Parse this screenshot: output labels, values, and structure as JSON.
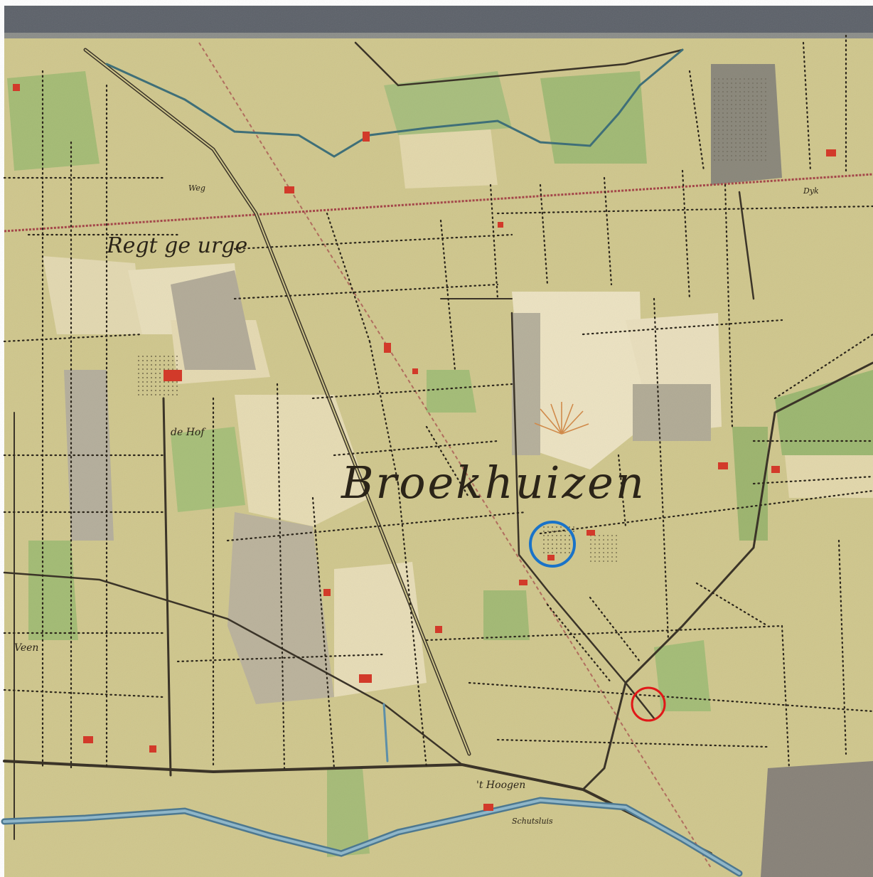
{
  "labels": {
    "village": "Broekhuizen",
    "hof": "de Hof",
    "regt": "Regt ge urge",
    "northroad": "Weg",
    "hoogen": "'t Hoogen",
    "schuttehuis": "Schutsluis",
    "dyk": "Dyk",
    "veen": "Veen"
  },
  "markers": [
    {
      "name": "blue-circle",
      "color": "#1a73c8"
    },
    {
      "name": "red-circle",
      "color": "#e01818"
    }
  ],
  "colors": {
    "parcel_olive": "#c9c27a",
    "parcel_green": "#a7bd78",
    "parcel_cream": "#e6dcb5",
    "parcel_grey": "#b7b19d",
    "water": "#5d8fa8",
    "road": "#3b3428",
    "railway": "#a4474a",
    "building": "#d23a2a",
    "top_band": "#5b6068"
  }
}
